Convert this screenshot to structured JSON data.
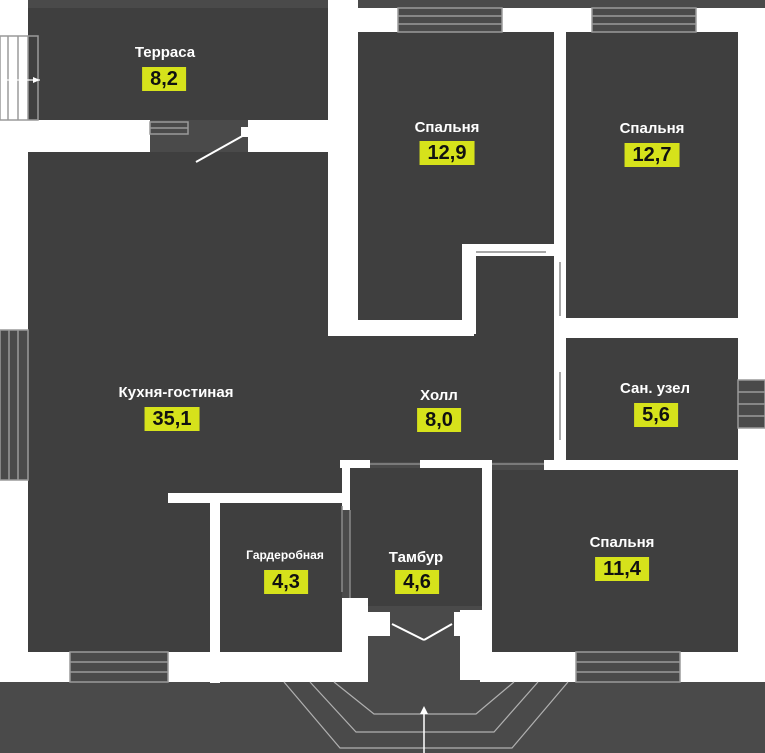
{
  "colors": {
    "floor": "#4a4a4a",
    "wall": "#ffffff",
    "area_badge": "#d6e21b",
    "label_text": "#ffffff",
    "badge_text": "#111111"
  },
  "rooms": [
    {
      "id": "terrace",
      "name": "Терраса",
      "area": "8,2"
    },
    {
      "id": "bedroom-1",
      "name": "Спальня",
      "area": "12,9"
    },
    {
      "id": "bedroom-2",
      "name": "Спальня",
      "area": "12,7"
    },
    {
      "id": "kitchen-living",
      "name": "Кухня-гостиная",
      "area": "35,1"
    },
    {
      "id": "hall",
      "name": "Холл",
      "area": "8,0"
    },
    {
      "id": "bathroom",
      "name": "Сан. узел",
      "area": "5,6"
    },
    {
      "id": "wardrobe",
      "name": "Гардеробная",
      "area": "4,3"
    },
    {
      "id": "vestibule",
      "name": "Тамбур",
      "area": "4,6"
    },
    {
      "id": "bedroom-3",
      "name": "Спальня",
      "area": "11,4"
    }
  ]
}
